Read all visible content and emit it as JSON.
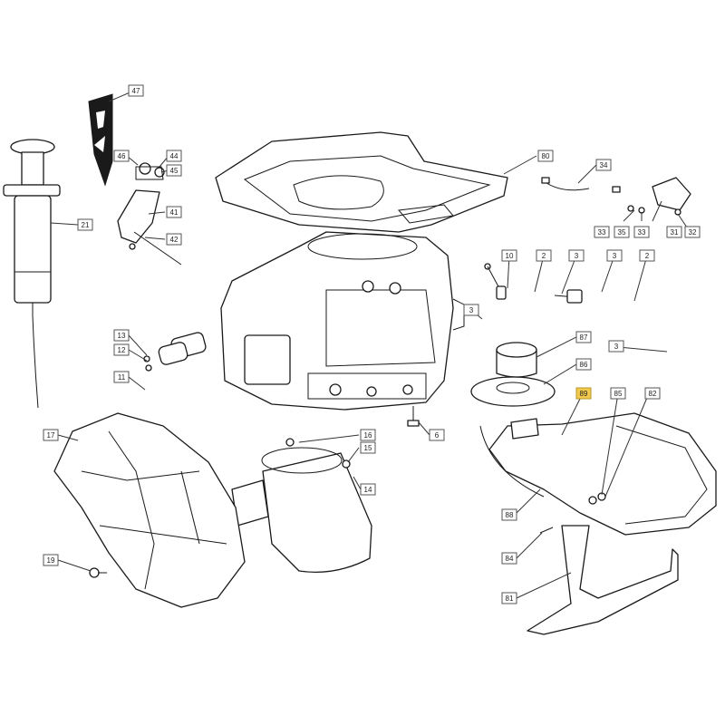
{
  "diagram": {
    "highlight_color": "#f2c94c",
    "callouts": [
      {
        "id": "47",
        "label": "47"
      },
      {
        "id": "46",
        "label": "46"
      },
      {
        "id": "44",
        "label": "44"
      },
      {
        "id": "45",
        "label": "45"
      },
      {
        "id": "41",
        "label": "41"
      },
      {
        "id": "42",
        "label": "42"
      },
      {
        "id": "21",
        "label": "21"
      },
      {
        "id": "80",
        "label": "80"
      },
      {
        "id": "34",
        "label": "34"
      },
      {
        "id": "33a",
        "label": "33"
      },
      {
        "id": "35",
        "label": "35"
      },
      {
        "id": "33b",
        "label": "33"
      },
      {
        "id": "31",
        "label": "31"
      },
      {
        "id": "32",
        "label": "32"
      },
      {
        "id": "10",
        "label": "10"
      },
      {
        "id": "2a",
        "label": "2"
      },
      {
        "id": "3a",
        "label": "3"
      },
      {
        "id": "3b",
        "label": "3"
      },
      {
        "id": "2b",
        "label": "2"
      },
      {
        "id": "3c",
        "label": "3"
      },
      {
        "id": "87",
        "label": "87"
      },
      {
        "id": "86",
        "label": "86"
      },
      {
        "id": "3d",
        "label": "3"
      },
      {
        "id": "13",
        "label": "13"
      },
      {
        "id": "12",
        "label": "12"
      },
      {
        "id": "11",
        "label": "11"
      },
      {
        "id": "17",
        "label": "17"
      },
      {
        "id": "16",
        "label": "16"
      },
      {
        "id": "15",
        "label": "15"
      },
      {
        "id": "14",
        "label": "14"
      },
      {
        "id": "6",
        "label": "6"
      },
      {
        "id": "88",
        "label": "88"
      },
      {
        "id": "85",
        "label": "85"
      },
      {
        "id": "82",
        "label": "82"
      },
      {
        "id": "89",
        "label": "89"
      },
      {
        "id": "84",
        "label": "84"
      },
      {
        "id": "81",
        "label": "81"
      },
      {
        "id": "19",
        "label": "19"
      }
    ],
    "icons": {
      "decal": "fuel-decal-icon",
      "syringe": "syringe-icon"
    }
  }
}
